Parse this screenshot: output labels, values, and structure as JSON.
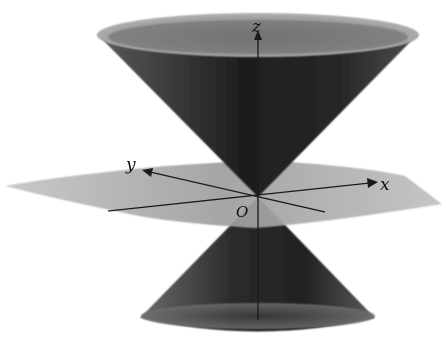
{
  "diagram": {
    "labels": {
      "z_axis": "z",
      "y_axis": "y",
      "x_axis": "x",
      "origin": "O"
    },
    "colors": {
      "cone_dark": "#1f1f1f",
      "cone_mid": "#4a4a4a",
      "rim_light": "#9a9a9a",
      "plane": "#a8a8a8",
      "axis_line": "#1a1a1a",
      "background": "#ffffff"
    }
  }
}
